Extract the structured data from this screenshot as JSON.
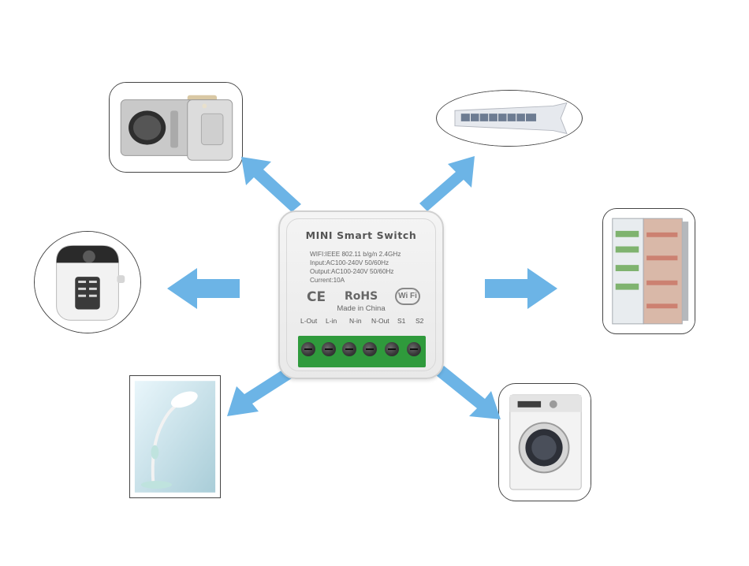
{
  "switch": {
    "title": "MINI  Smart  Switch",
    "specs": [
      "WIFI:IEEE 802.11 b/g/n 2.4GHz",
      "Input:AC100-240V 50/60Hz",
      "Output:AC100-240V 50/60Hz",
      "Current:10A"
    ],
    "ce_mark": "CE",
    "rohs_mark": "RoHS",
    "wifi_badge": "Wi Fi",
    "made_in": "Made in China",
    "terminals": [
      "L-Out",
      "L-in",
      "N-in",
      "N-Out",
      "S1",
      "S2"
    ]
  },
  "colors": {
    "arrow": "#6cb4e6",
    "terminal_block": "#2f9a3c",
    "frame_border": "#444444"
  },
  "appliances": [
    {
      "name": "microwave-oven"
    },
    {
      "name": "air-conditioner"
    },
    {
      "name": "rice-cooker"
    },
    {
      "name": "refrigerator"
    },
    {
      "name": "desk-lamp"
    },
    {
      "name": "washing-machine"
    }
  ]
}
